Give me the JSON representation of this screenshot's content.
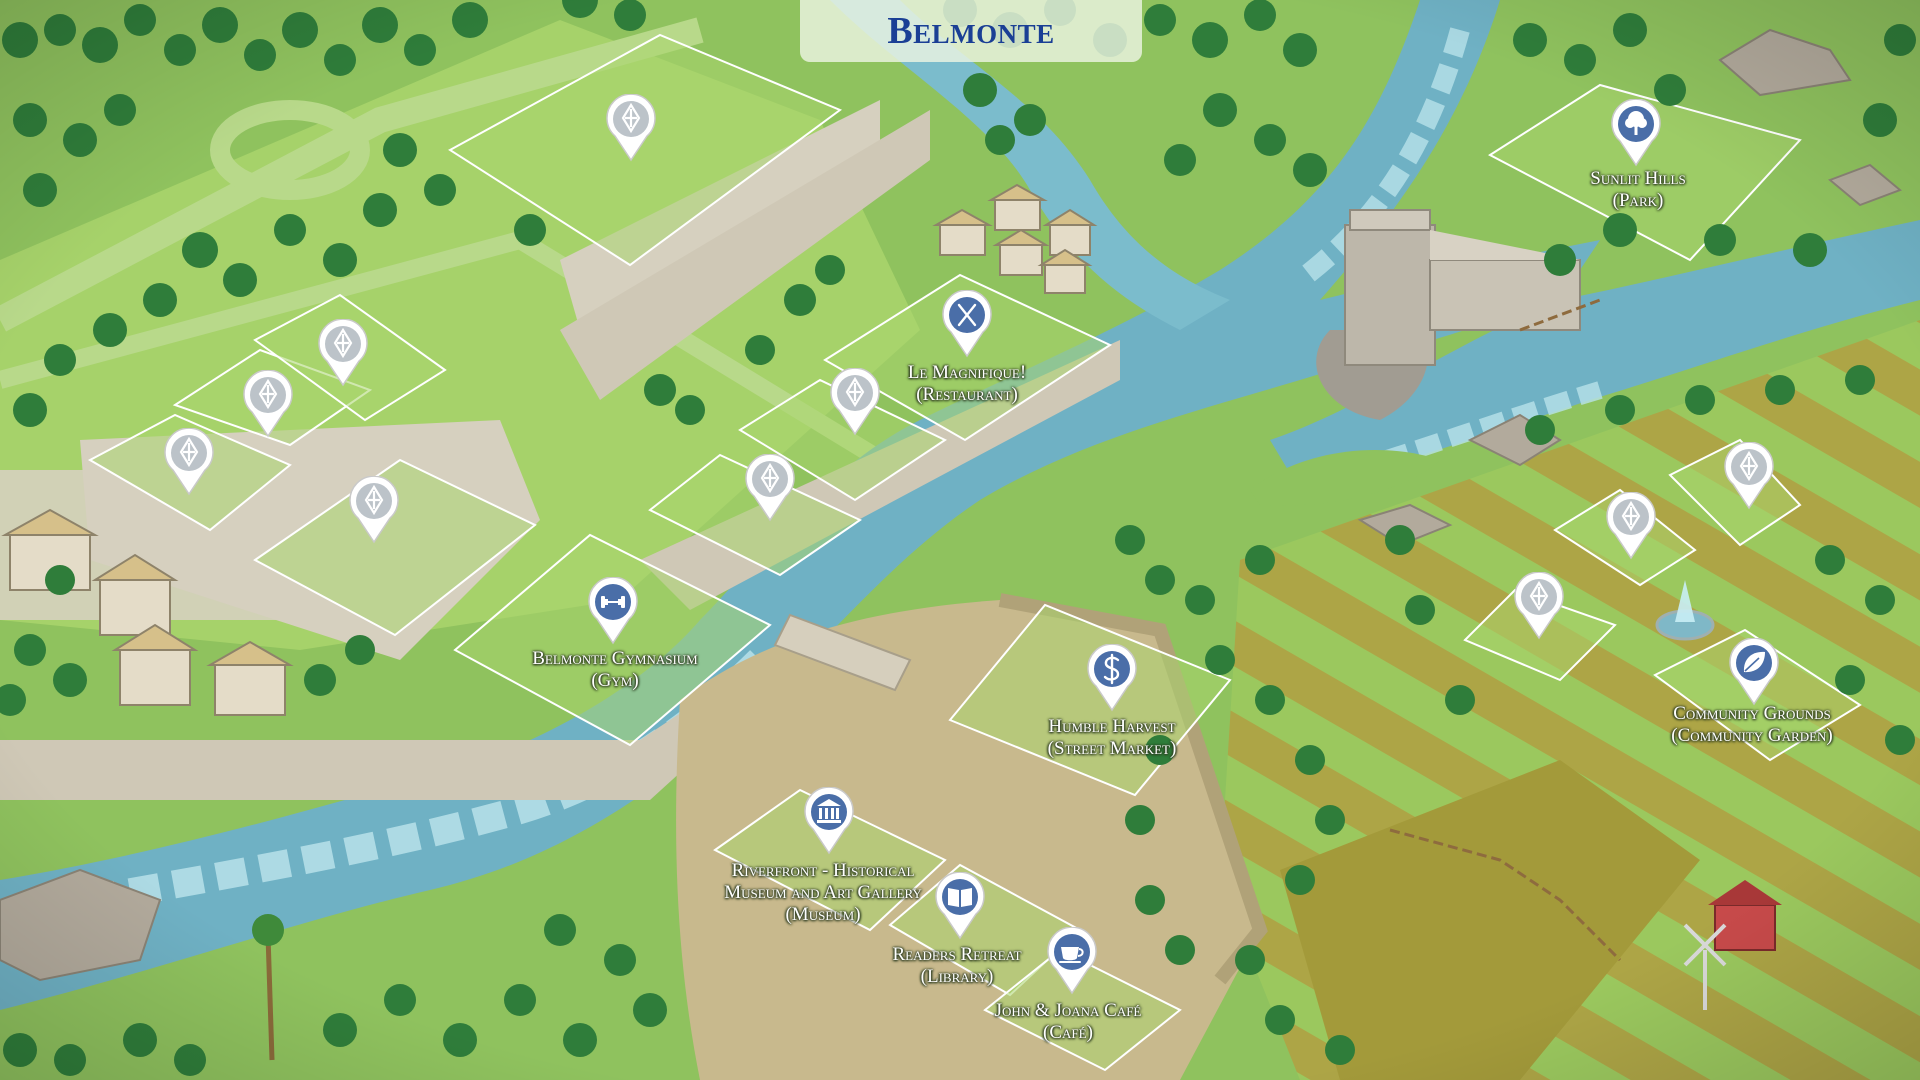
{
  "world": {
    "title": "Belmonte"
  },
  "colors": {
    "grass": "#8fc25e",
    "grass_light": "#a8d46c",
    "lot_fill": "#9ccb62",
    "river": "#6fb1c4",
    "river_light": "#a9d9e2",
    "wall": "#cfc8b6",
    "forest": "#2f7d3a",
    "plaza": "#c8b98d",
    "title_text": "#1a3f95",
    "pin_residential": "#ffffff",
    "pin_community": "#4a6ea8"
  },
  "lots": [
    {
      "id": "res-1",
      "icon": "residential-icon",
      "type": "residential",
      "label": null
    },
    {
      "id": "res-2",
      "icon": "residential-icon",
      "type": "residential",
      "label": null
    },
    {
      "id": "res-3",
      "icon": "residential-icon",
      "type": "residential",
      "label": null
    },
    {
      "id": "res-4",
      "icon": "residential-icon",
      "type": "residential",
      "label": null
    },
    {
      "id": "res-5",
      "icon": "residential-icon",
      "type": "residential",
      "label": null
    },
    {
      "id": "res-6",
      "icon": "residential-icon",
      "type": "residential",
      "label": null
    },
    {
      "id": "res-7",
      "icon": "residential-icon",
      "type": "residential",
      "label": null
    },
    {
      "id": "res-8",
      "icon": "residential-icon",
      "type": "residential",
      "label": null
    },
    {
      "id": "res-9",
      "icon": "residential-icon",
      "type": "residential",
      "label": null
    },
    {
      "id": "res-10",
      "icon": "residential-icon",
      "type": "residential",
      "label": null
    },
    {
      "id": "res-11",
      "icon": "residential-icon",
      "type": "residential",
      "label": null
    },
    {
      "id": "gym",
      "icon": "dumbbell-icon",
      "type": "community",
      "line1": "Belmonte Gymnasium",
      "line2": "(Gym)"
    },
    {
      "id": "restaurant",
      "icon": "fork-knife-icon",
      "type": "community",
      "line1": "Le Magnifique!",
      "line2": "(Restaurant)"
    },
    {
      "id": "market",
      "icon": "market-s-icon",
      "type": "community",
      "line1": "Humble Harvest",
      "line2": "(Street Market)"
    },
    {
      "id": "museum",
      "icon": "museum-columns-icon",
      "type": "community",
      "line1": "Riverfront - Historical",
      "line2": "Museum and Art Gallery",
      "line3": "(Museum)"
    },
    {
      "id": "library",
      "icon": "open-book-icon",
      "type": "community",
      "line1": "Readers Retreat",
      "line2": "(Library)"
    },
    {
      "id": "cafe",
      "icon": "coffee-cup-icon",
      "type": "community",
      "line1": "John & Joana Café",
      "line2": "(Café)"
    },
    {
      "id": "park",
      "icon": "tree-icon",
      "type": "community",
      "line1": "Sunlit Hills",
      "line2": "(Park)"
    },
    {
      "id": "garden",
      "icon": "leaf-icon",
      "type": "community",
      "line1": "Community Grounds",
      "line2": "(Community Garden)"
    }
  ]
}
